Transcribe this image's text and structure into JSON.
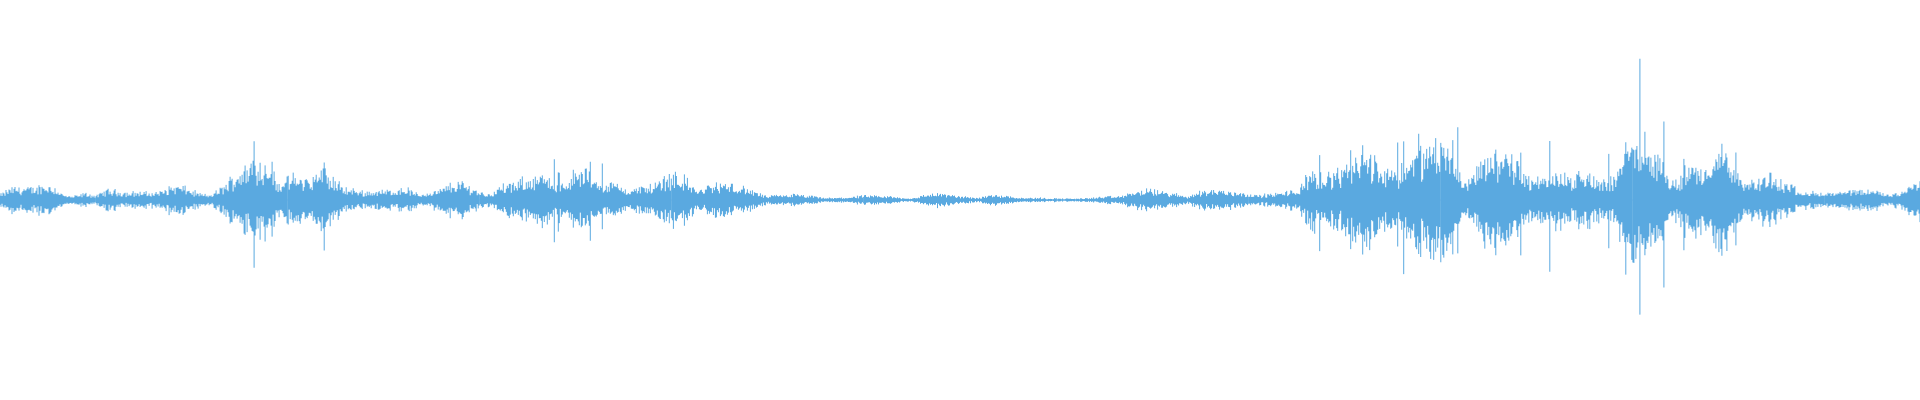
{
  "waveform": {
    "color": "#5aa9e0",
    "background": "#ffffff",
    "envelope_profile": [
      0.1,
      0.12,
      0.09,
      0.08,
      0.11,
      0.13,
      0.07,
      0.06,
      0.08,
      0.05,
      0.14,
      0.16,
      0.12,
      0.15,
      0.1,
      0.09,
      0.12,
      0.11,
      0.08,
      0.07,
      0.1,
      0.13,
      0.18,
      0.22,
      0.28,
      0.35,
      0.3,
      0.25,
      0.2,
      0.18,
      0.32,
      0.26,
      0.22,
      0.18,
      0.15,
      0.13,
      0.11,
      0.12,
      0.14,
      0.1,
      0.09,
      0.08,
      0.11,
      0.12,
      0.1,
      0.09,
      0.12,
      0.13,
      0.11,
      0.15,
      0.2,
      0.25,
      0.28,
      0.24,
      0.33,
      0.38,
      0.3,
      0.26,
      0.22,
      0.18,
      0.16,
      0.14,
      0.18,
      0.22,
      0.2,
      0.17,
      0.15,
      0.12,
      0.1,
      0.09,
      0.08,
      0.07,
      0.06,
      0.05,
      0.05,
      0.04,
      0.04,
      0.03,
      0.04,
      0.05,
      0.06,
      0.05,
      0.04,
      0.04,
      0.03,
      0.03,
      0.04,
      0.05,
      0.04,
      0.03,
      0.03,
      0.04,
      0.05,
      0.04,
      0.03,
      0.02,
      0.02,
      0.03,
      0.03,
      0.02,
      0.02,
      0.03,
      0.04,
      0.05,
      0.06,
      0.08,
      0.09,
      0.08,
      0.07,
      0.06,
      0.06,
      0.07,
      0.08,
      0.07,
      0.06,
      0.06,
      0.07,
      0.08,
      0.07,
      0.06,
      0.08,
      0.1,
      0.35,
      0.45,
      0.5,
      0.42,
      0.48,
      0.52,
      0.4,
      0.36,
      0.46,
      0.44,
      0.38,
      0.32,
      0.36,
      0.4,
      0.34,
      0.3,
      0.36,
      0.38,
      0.33,
      0.35,
      0.3,
      0.36,
      0.4,
      0.45,
      0.38,
      0.42,
      0.37,
      0.3,
      0.34,
      0.39,
      0.44,
      0.48,
      0.4,
      0.36,
      0.3,
      0.28,
      0.25,
      0.22,
      0.34,
      0.38,
      0.3,
      0.26,
      0.22,
      0.25,
      0.2,
      0.18,
      0.16,
      0.14,
      0.12,
      0.1,
      0.09,
      0.08,
      0.1,
      0.11,
      0.09,
      0.08,
      0.1,
      0.12
    ],
    "peak_amplitude": 1.0,
    "sample_count": 1920
  }
}
